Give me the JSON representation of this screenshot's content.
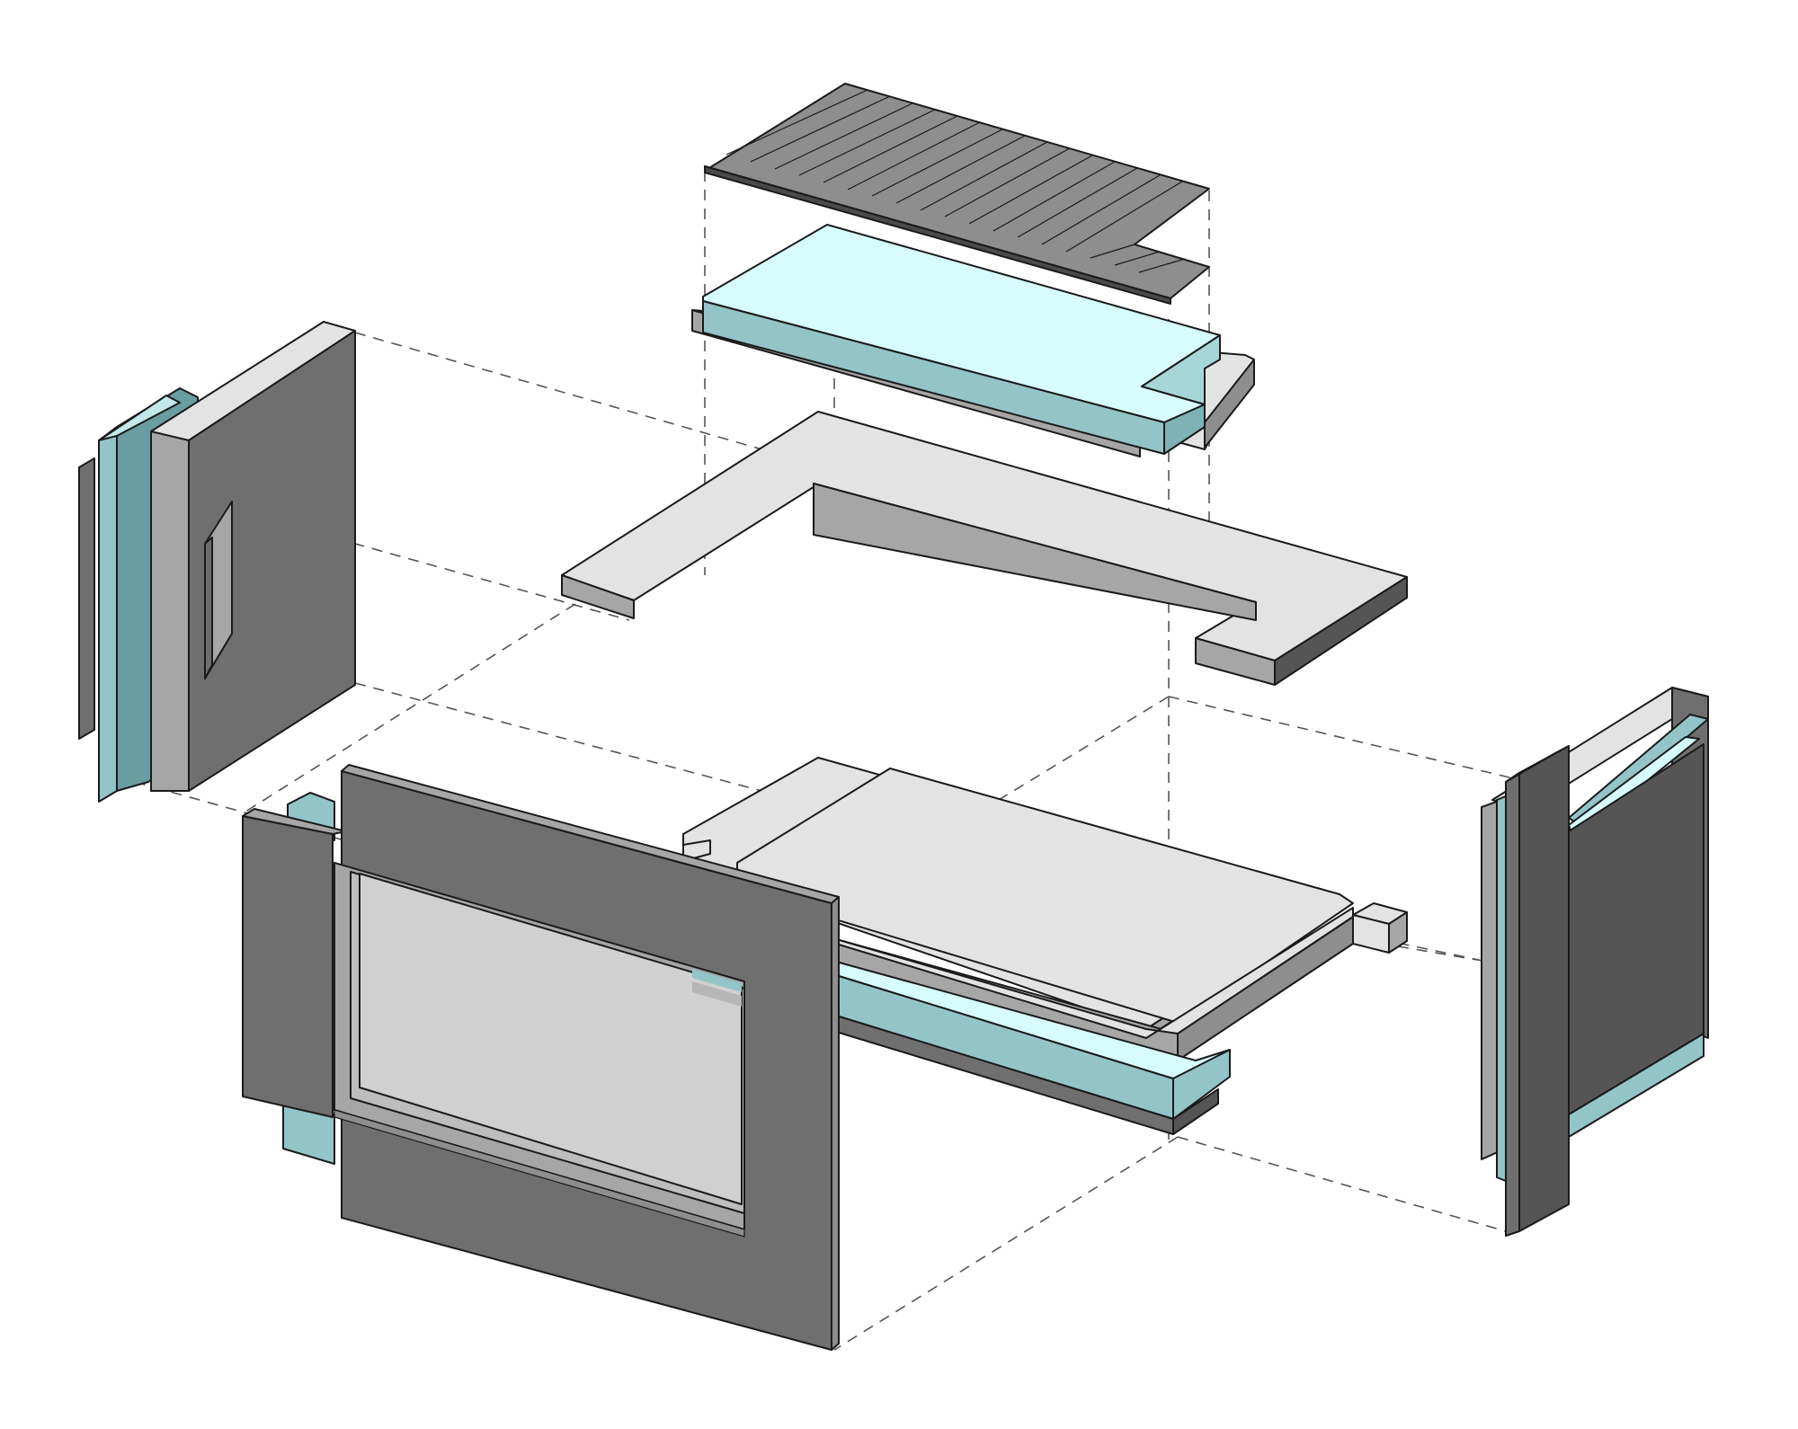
{
  "diagram": {
    "type": "exploded-axonometric",
    "components": [
      "roof-decking",
      "roof-insulation",
      "ring-beam",
      "left-wall-panel",
      "front-wall-with-window",
      "floor-slab-assembly",
      "right-wall-panel"
    ]
  },
  "colors": {
    "light_grey": "#e3e3e3",
    "mid_grey": "#a6a6a6",
    "dark_grey": "#6f6f6f",
    "darker_grey": "#555555",
    "deck_grey": "#8e8e8e",
    "insulation_top": "#d6fcfc",
    "insulation_side": "#93c4c8",
    "glass": "#d0d0d0",
    "guide_line": "#555555"
  }
}
